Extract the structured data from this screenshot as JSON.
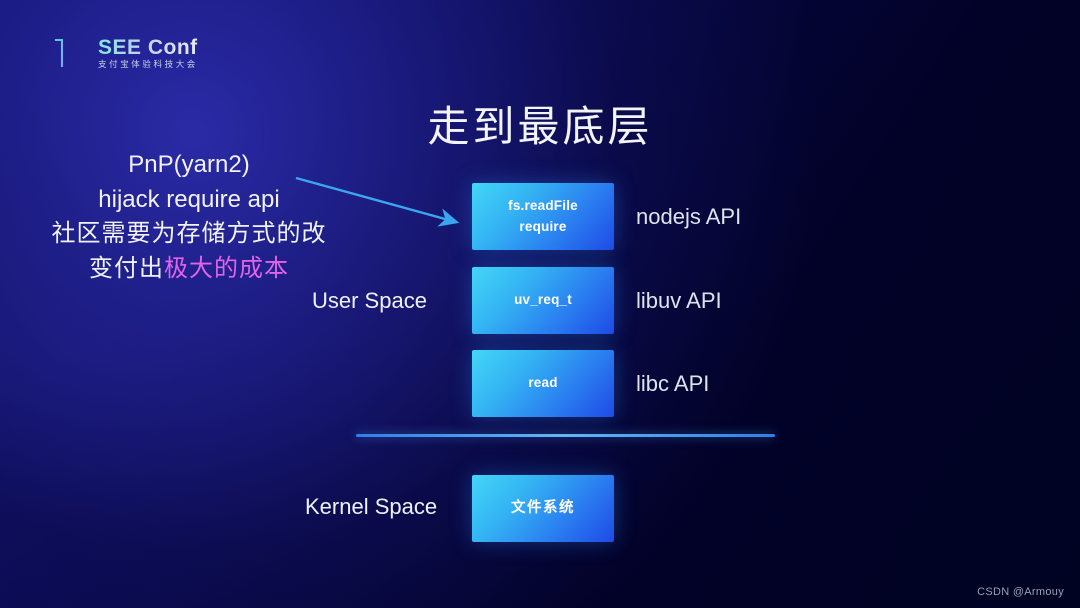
{
  "brand": {
    "logo_icon": "see-conf-logo-mark",
    "name": "SEE Conf",
    "tagline": "支付宝体验科技大会"
  },
  "slide": {
    "title": "走到最底层"
  },
  "annotation": {
    "lines": [
      "PnP(yarn2)",
      "hijack require api",
      "社区需要为存储方式的改"
    ],
    "last_line_prefix": "变付出",
    "last_line_highlight": "极大的成本",
    "highlight_color": "#e163e8",
    "arrow_icon": "arrow-right-down-icon",
    "arrow_color": "#3aa6f0"
  },
  "stack": {
    "user_space_label": "User Space",
    "kernel_space_label": "Kernel Space",
    "divider_color": "#63b6f5",
    "box_gradient_from": "#43d6f7",
    "box_gradient_to": "#1f4ae6",
    "layers": [
      {
        "box_line1": "fs.readFile",
        "box_line2": "require",
        "api_label": "nodejs API"
      },
      {
        "box_line1": "uv_req_t",
        "box_line2": "",
        "api_label": "libuv API"
      },
      {
        "box_line1": "read",
        "box_line2": "",
        "api_label": "libc API"
      }
    ],
    "kernel_box_label": "文件系统"
  },
  "watermark": {
    "text": "CSDN @Armouy"
  }
}
